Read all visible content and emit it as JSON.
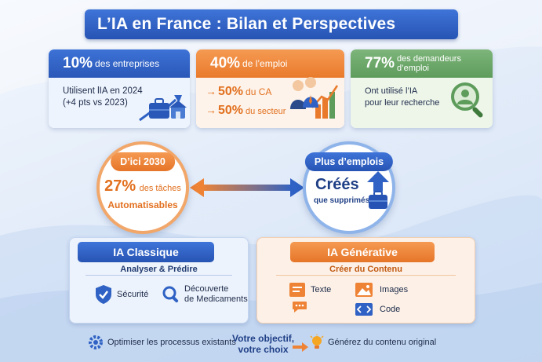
{
  "title": "L’IA en France : Bilan et Perspectives",
  "stats": {
    "companies": {
      "percent": "10%",
      "label": "des entreprises",
      "line1": "Utilisent lIA en 2024",
      "line2": "(+4 pts vs 2023)"
    },
    "employment": {
      "percent": "40%",
      "label": "de l’emploi",
      "row1_arrow": "→",
      "row1_value": "50%",
      "row1_label": "du CA",
      "row2_arrow": "→",
      "row2_value": "50%",
      "row2_label": "du secteur"
    },
    "jobseekers": {
      "percent": "77%",
      "label": "des demandeurs d’emploi",
      "line1": "Ont utilisé l’IA",
      "line2": "pour leur recherche"
    }
  },
  "horizon": {
    "pill": "D’ici 2030",
    "percent": "27%",
    "label": "des tâches",
    "label2": "Automatisables"
  },
  "jobs": {
    "pill": "Plus d’emplois",
    "big": "Créés",
    "small": "que supprimés"
  },
  "classic": {
    "title": "IA Classique",
    "subtitle": "Analyser & Prédire",
    "feature1": "Sécurité",
    "feature2_line1": "Découverte",
    "feature2_line2": "de Medicaments"
  },
  "generative": {
    "title": "IA Générative",
    "subtitle": "Créer du Contenu",
    "feature_text": "Texte",
    "feature_images": "Images",
    "feature_code": "Code"
  },
  "footer": {
    "left": "Optimiser les processus existants",
    "center_line1": "Votre objectif,",
    "center_line2": "votre choix",
    "right": "Générez du contenu original"
  },
  "colors": {
    "blue": "#2f62c4",
    "orange": "#ee8336",
    "green": "#6aa768"
  }
}
